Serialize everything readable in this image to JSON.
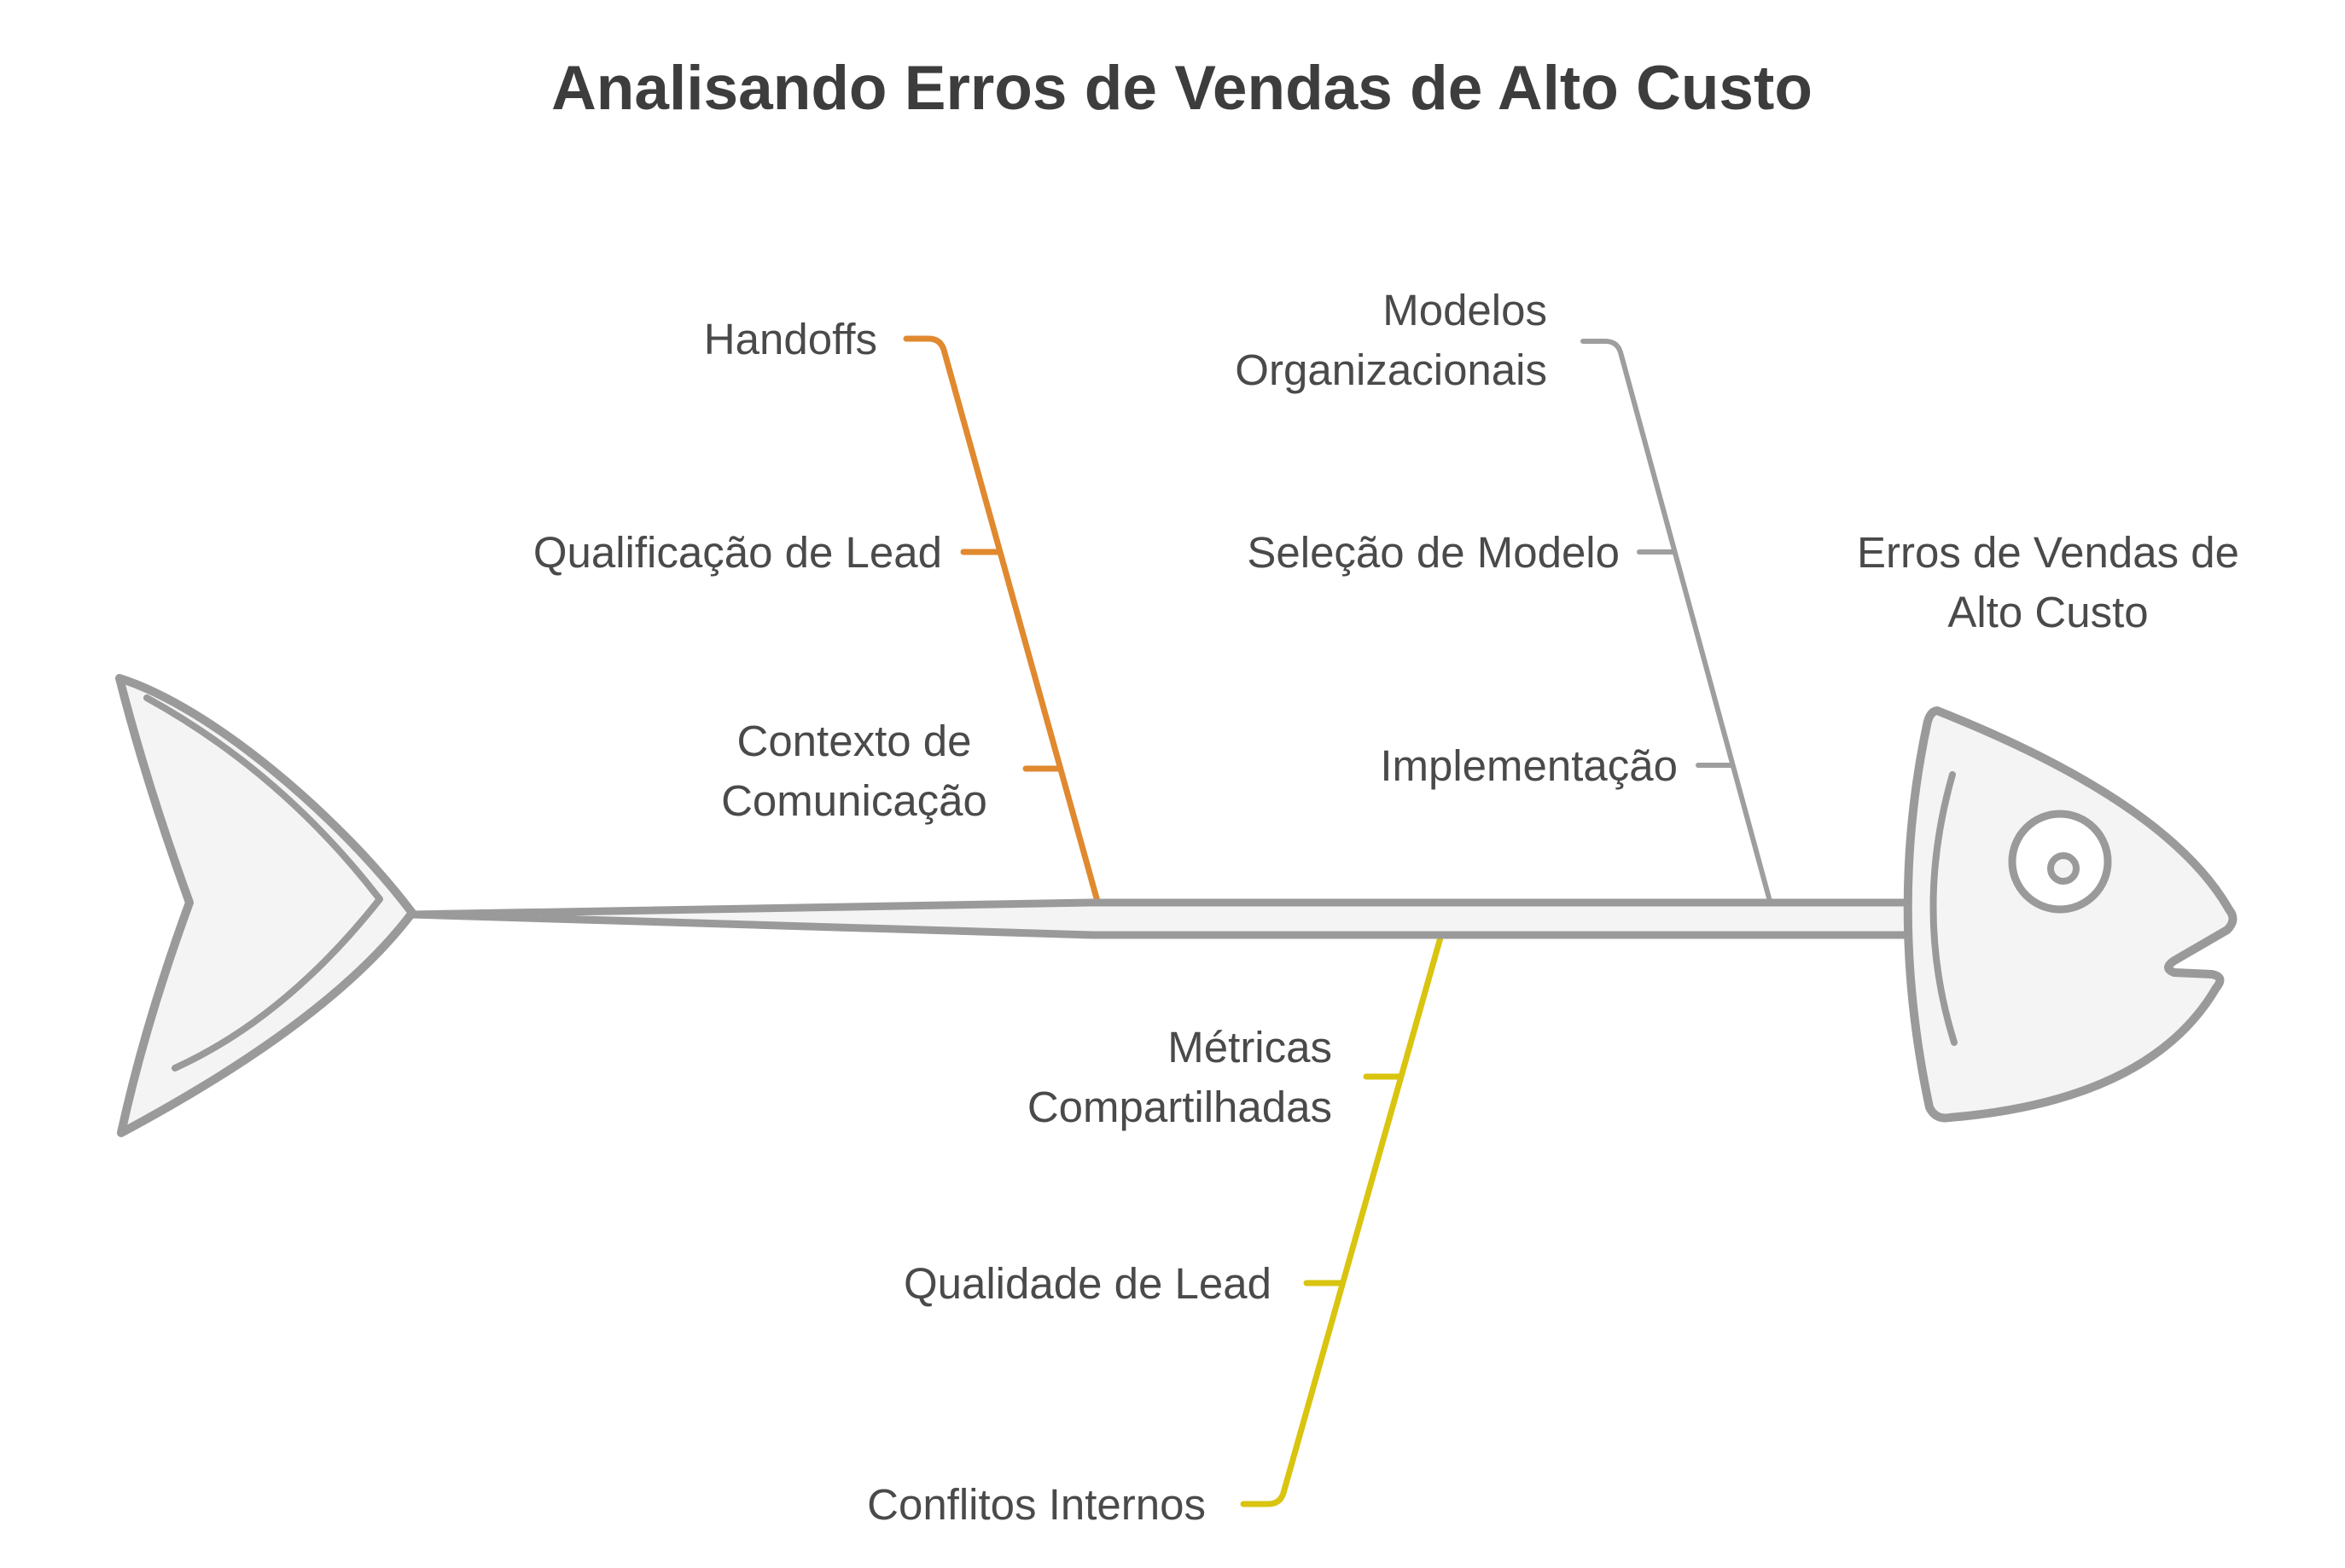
{
  "title": "Analisando Erros de Vendas de Alto Custo",
  "diagram_type": "fishbone",
  "effect": {
    "label": "Erros de Vendas de Alto Custo",
    "lines": [
      "Erros de Vendas de",
      "Alto Custo"
    ]
  },
  "branches": [
    {
      "name": "top-left",
      "color": "#e0892f",
      "causes": [
        {
          "label": "Handoffs",
          "lines": [
            "Handoffs"
          ]
        },
        {
          "label": "Qualificação de Lead",
          "lines": [
            "Qualificação de Lead"
          ]
        },
        {
          "label": "Contexto de Comunicação",
          "lines": [
            "Contexto de",
            "Comunicação"
          ]
        }
      ]
    },
    {
      "name": "top-right",
      "color": "#9e9e9e",
      "causes": [
        {
          "label": "Modelos Organizacionais",
          "lines": [
            "Modelos",
            "Organizacionais"
          ]
        },
        {
          "label": "Seleção de Modelo",
          "lines": [
            "Seleção de Modelo"
          ]
        },
        {
          "label": "Implementação",
          "lines": [
            "Implementação"
          ]
        }
      ]
    },
    {
      "name": "bottom",
      "color": "#d9c40f",
      "causes": [
        {
          "label": "Métricas Compartilhadas",
          "lines": [
            "Métricas",
            "Compartilhadas"
          ]
        },
        {
          "label": "Qualidade de Lead",
          "lines": [
            "Qualidade de Lead"
          ]
        },
        {
          "label": "Conflitos Internos",
          "lines": [
            "Conflitos Internos"
          ]
        }
      ]
    }
  ],
  "colors": {
    "background": "#ffffff",
    "title_text": "#3d3d3d",
    "label_text": "#4a4a4a",
    "bone_stroke": "#9a9a9a",
    "bone_fill": "#f4f4f4",
    "eye_fill": "#ffffff",
    "branch_top_left": "#e0892f",
    "branch_top_right": "#9e9e9e",
    "branch_bottom": "#d9c40f"
  }
}
